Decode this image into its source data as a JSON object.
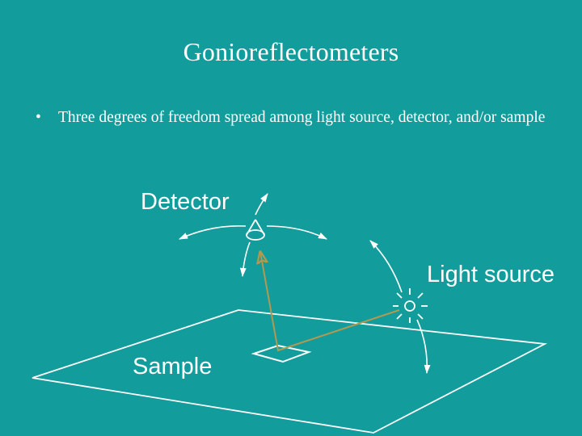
{
  "slide": {
    "title": "Gonioreflectometers",
    "bullets": [
      {
        "text": "Three degrees of freedom spread among light source, detector, and/or sample"
      }
    ]
  },
  "diagram": {
    "labels": {
      "detector": "Detector",
      "light_source": "Light source",
      "sample": "Sample"
    }
  },
  "colors": {
    "background": "#129c9c",
    "line": "#ffffff",
    "ray": "#b09a52"
  }
}
